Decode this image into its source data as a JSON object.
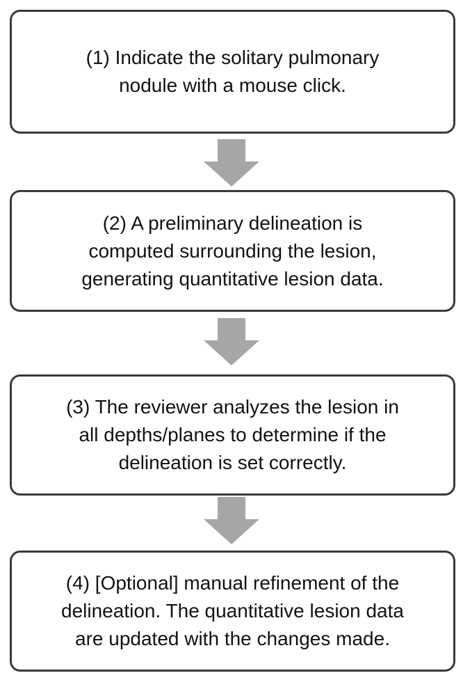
{
  "flowchart": {
    "steps": [
      {
        "text": "(1) Indicate the solitary pulmonary\nnodule with a mouse click."
      },
      {
        "text": "(2) A preliminary delineation is\ncomputed surrounding the lesion,\ngenerating quantitative lesion data."
      },
      {
        "text": "(3) The reviewer analyzes the lesion in\nall depths/planes to determine if the\ndelineation is set correctly."
      },
      {
        "text": "(4) [Optional] manual refinement of the\ndelineation. The quantitative lesion data\nare updated with the changes made."
      }
    ],
    "colors": {
      "arrow": "#a6a6a6",
      "box_border": "#3a3a3a",
      "text": "#121212",
      "background": "#ffffff"
    }
  }
}
